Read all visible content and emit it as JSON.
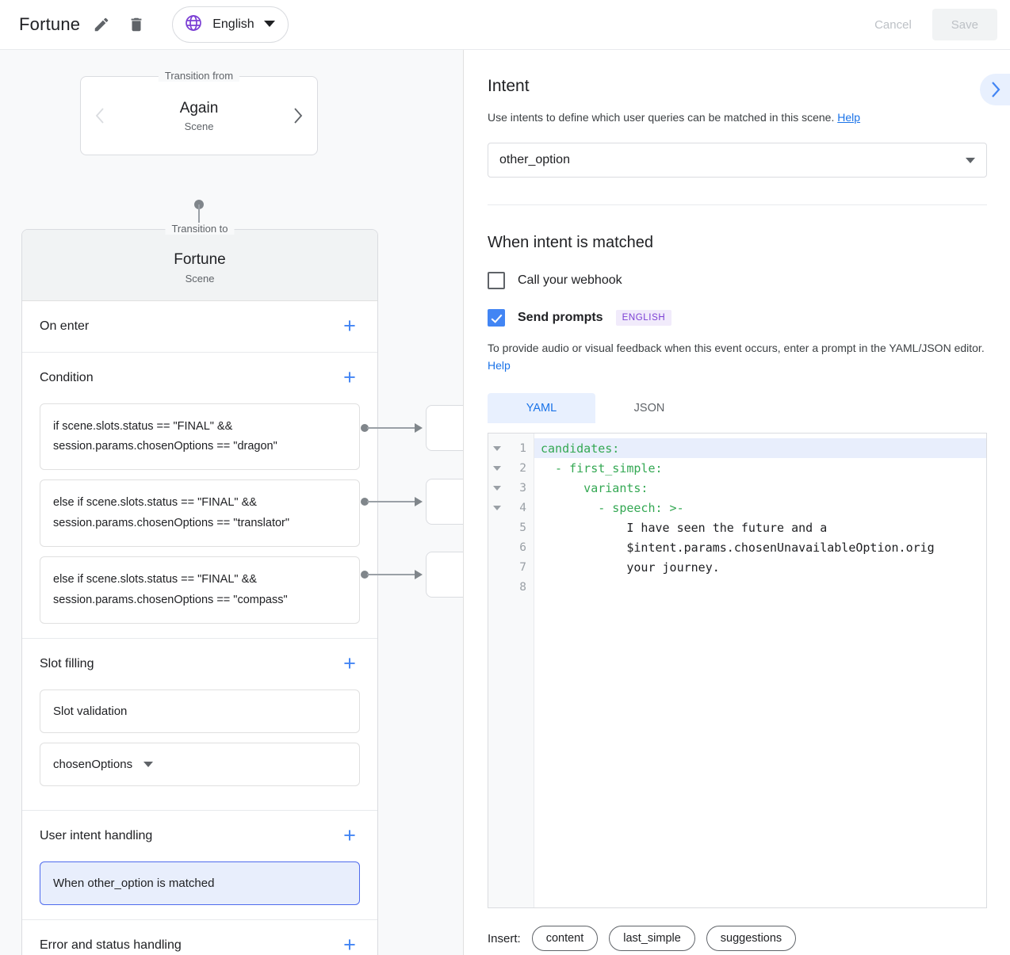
{
  "header": {
    "title": "Fortune",
    "edit_icon": "pencil-icon",
    "delete_icon": "trash-icon",
    "language": "English",
    "globe_icon": "globe-icon",
    "cancel_label": "Cancel",
    "save_label": "Save"
  },
  "left": {
    "transition_from": {
      "legend": "Transition from",
      "name": "Again",
      "subtitle": "Scene"
    },
    "transition_to": {
      "legend": "Transition to",
      "name": "Fortune",
      "subtitle": "Scene"
    },
    "sections": [
      {
        "title": "On enter",
        "add": "+"
      },
      {
        "title": "Condition",
        "add": "+"
      },
      {
        "title": "Slot filling",
        "add": "+"
      },
      {
        "title": "User intent handling",
        "add": "+"
      },
      {
        "title": "Error and status handling",
        "add": "+"
      }
    ],
    "conditions": [
      "if scene.slots.status == \"FINAL\" && session.params.chosenOptions == \"dragon\"",
      "else if scene.slots.status == \"FINAL\" && session.params.chosenOptions == \"translator\"",
      "else if scene.slots.status == \"FINAL\" && session.params.chosenOptions == \"compass\""
    ],
    "slot_filling": {
      "validation_label": "Slot validation",
      "slot_name": "chosenOptions"
    },
    "user_intent_handling": {
      "selected_item": "When other_option is matched"
    }
  },
  "right": {
    "expand_icon": "chevron-right-icon",
    "intent": {
      "title": "Intent",
      "description": "Use intents to define which user queries can be matched in this scene.",
      "help_label": "Help",
      "selected_value": "other_option"
    },
    "when_matched": {
      "title": "When intent is matched",
      "webhook_label": "Call your webhook",
      "webhook_checked": false,
      "send_prompts_label": "Send prompts",
      "send_prompts_checked": true,
      "language_badge": "ENGLISH",
      "hint": "To provide audio or visual feedback when this event occurs, enter a prompt in the YAML/JSON editor.",
      "hint_help_label": "Help"
    },
    "editor": {
      "tabs": [
        {
          "label": "YAML",
          "active": true
        },
        {
          "label": "JSON",
          "active": false
        }
      ],
      "lines": [
        {
          "num": "1",
          "fold": true,
          "highlight": true,
          "key": "candidates",
          "text": "candidates:"
        },
        {
          "num": "2",
          "fold": true,
          "highlight": false,
          "key": "- first_simple",
          "text": "  - first_simple:"
        },
        {
          "num": "3",
          "fold": true,
          "highlight": false,
          "key": "variants",
          "text": "      variants:"
        },
        {
          "num": "4",
          "fold": true,
          "highlight": false,
          "key": "- speech",
          "text": "        - speech: >-"
        },
        {
          "num": "5",
          "fold": false,
          "highlight": false,
          "key": "",
          "text": "            I have seen the future and a"
        },
        {
          "num": "6",
          "fold": false,
          "highlight": false,
          "key": "",
          "text": "            $intent.params.chosenUnavailableOption.orig"
        },
        {
          "num": "7",
          "fold": false,
          "highlight": false,
          "key": "",
          "text": "            your journey."
        },
        {
          "num": "8",
          "fold": false,
          "highlight": false,
          "key": "",
          "text": ""
        }
      ]
    },
    "insert": {
      "label": "Insert:",
      "chips": [
        "content",
        "last_simple",
        "suggestions"
      ]
    }
  },
  "colors": {
    "accent_blue": "#1a73e8",
    "plus_blue": "#4285f4",
    "selected_bg": "#e8eefc",
    "badge_purple": "#7b3fd4",
    "yaml_key_green": "#34a853"
  }
}
